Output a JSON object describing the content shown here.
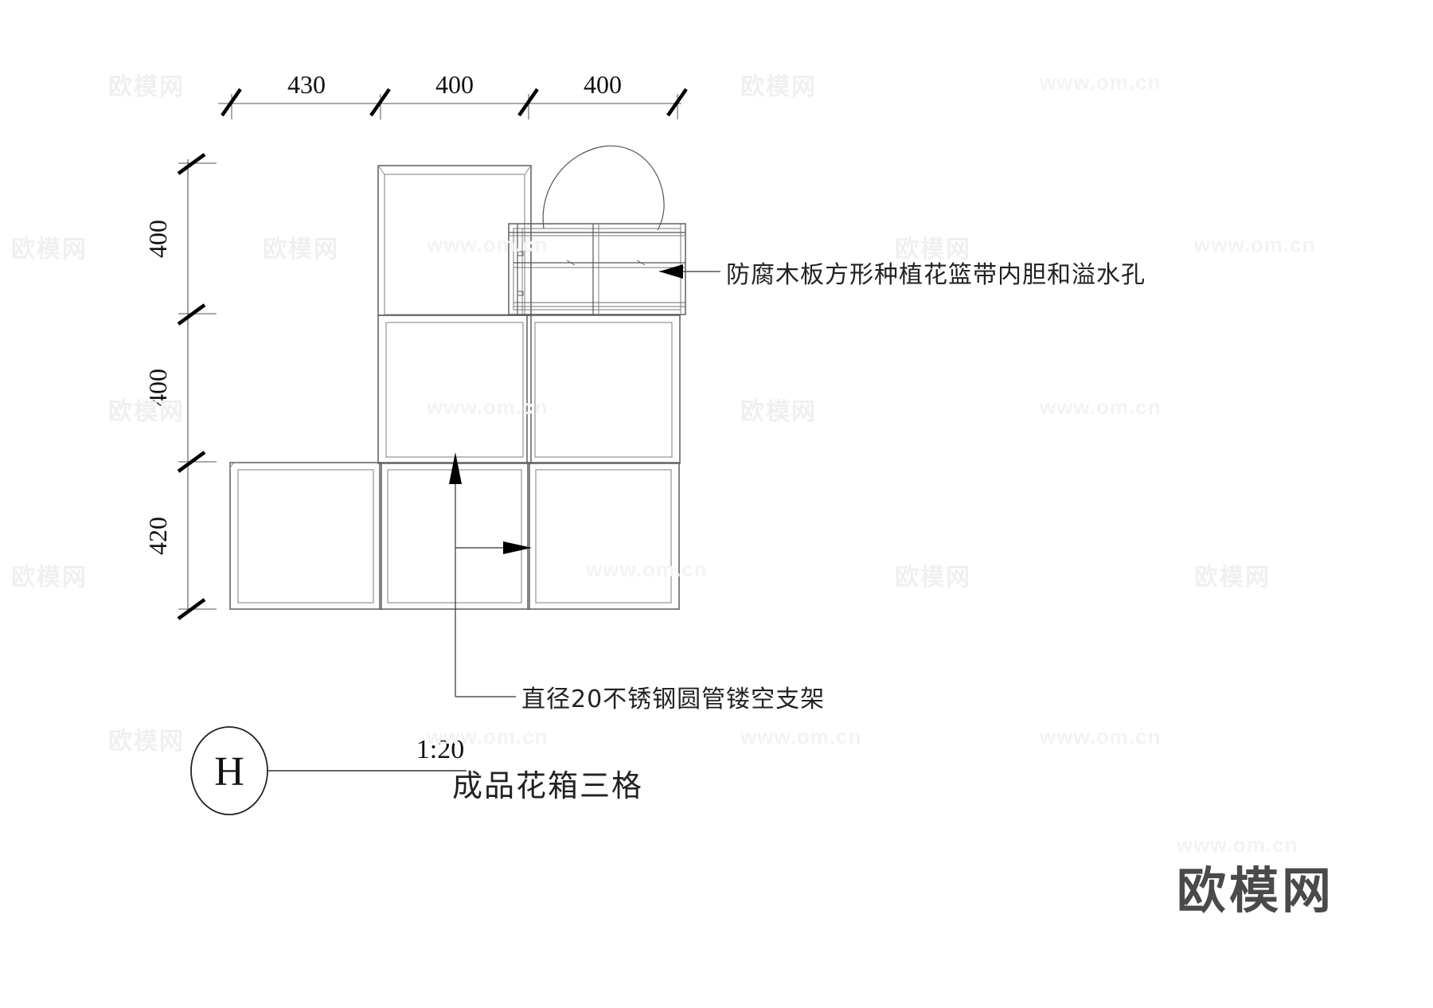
{
  "drawing": {
    "title": "成品花箱三格",
    "scale": "1:20",
    "detail_tag": "H",
    "dimensions_horizontal": [
      "430",
      "400",
      "400"
    ],
    "dimensions_vertical": [
      "400",
      "400",
      "420"
    ],
    "annotations": [
      {
        "id": "planter-note",
        "text": "防腐木板方形种植花篮带内胆和溢水孔"
      },
      {
        "id": "frame-note",
        "text": "直径20不锈钢圆管镂空支架"
      }
    ],
    "colors": {
      "line": "#4d4d4d",
      "text": "#111111",
      "watermark": "#f0f0f0",
      "logo": "#4a4a4a",
      "background": "#ffffff"
    }
  },
  "watermarks": {
    "brand_text": "欧模网",
    "url_text": "www.om.cn",
    "logo_text": "欧模网"
  }
}
